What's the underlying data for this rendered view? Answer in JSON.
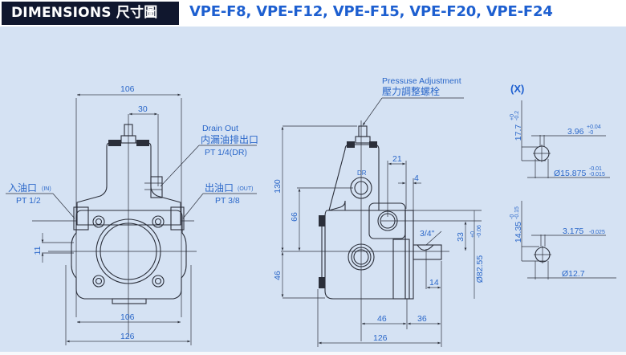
{
  "header": {
    "title": "DIMENSIONS 尺寸圖",
    "models": "VPE-F8, VPE-F12, VPE-F15, VPE-F20, VPE-F24"
  },
  "front_view": {
    "dim_top_width": "106",
    "dim_center_offset": "30",
    "dim_bottom_inner": "106",
    "dim_bottom_outer": "126",
    "dim_left_small": "11",
    "drain": {
      "en": "Drain Out",
      "cn": "内漏油排出口",
      "spec": "PT 1/4(DR)"
    },
    "inlet": {
      "cn": "入油口",
      "tag": "(IN)",
      "spec": "PT 1/2"
    },
    "outlet": {
      "cn": "出油口",
      "tag": "(OUT)",
      "spec": "PT 3/8"
    }
  },
  "side_view": {
    "pressure": {
      "en": "Pressuse Adjustment",
      "cn": "壓力調整螺栓"
    },
    "dr_label": "DR",
    "dim_height_total": "130",
    "dim_height_mid": "66",
    "dim_height_low": "46",
    "dim_21": "21",
    "dim_4": "4",
    "dim_33": "33",
    "dim_key": "3/4\"",
    "dim_14": "14",
    "dim_diameter": "Ø82.55",
    "dim_diameter_tol_upper": "+0",
    "dim_diameter_tol_lower": "-0.06",
    "dim_bottom_46": "46",
    "dim_bottom_36": "36",
    "dim_bottom_126": "126"
  },
  "shaft_details": {
    "view_label": "(X)",
    "upper": {
      "key_height": "17.7",
      "key_height_tol_upper": "+0",
      "key_height_tol_lower": "-0.2",
      "key_width": "3.96",
      "key_width_tol_upper": "+0.04",
      "key_width_tol_lower": "-0",
      "diameter": "Ø15.875",
      "diameter_tol_upper": "-0.01",
      "diameter_tol_lower": "-0.015"
    },
    "lower": {
      "key_height": "14.35",
      "key_height_tol_upper": "-0",
      "key_height_tol_lower": "-0.15",
      "key_width": "3.175",
      "key_width_tol": "-0.025",
      "diameter": "Ø12.7"
    }
  }
}
